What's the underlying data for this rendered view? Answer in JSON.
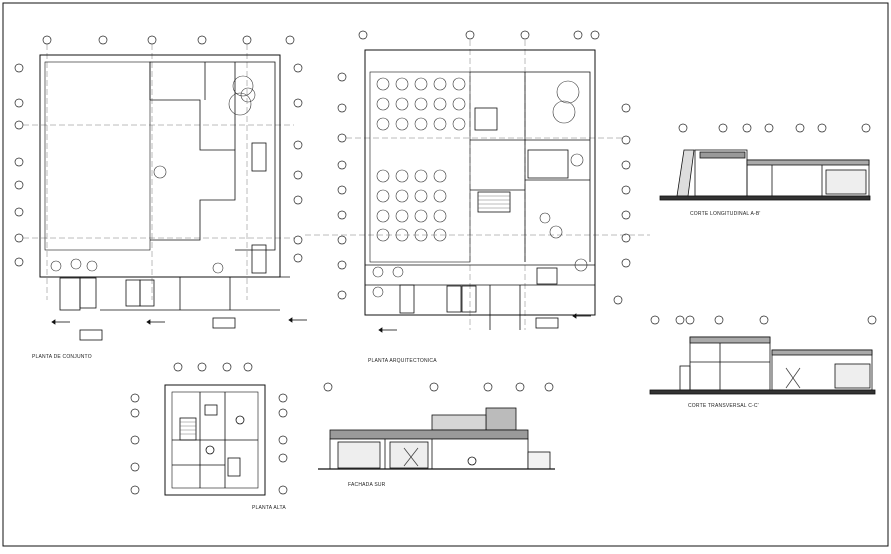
{
  "drawing": {
    "labels": {
      "plan_conjunto": "PLANTA DE CONJUNTO",
      "plan_arquitectonica": "PLANTA ARQUITECTONICA",
      "plan_alta": "PLANTA ALTA",
      "fachada": "FACHADA SUR",
      "corte_longitudinal": "CORTE LONGITUDINAL A-B'",
      "corte_transversal": "CORTE TRANSVERSAL C-C'"
    },
    "colors": {
      "line": "#111111",
      "grid": "#444444",
      "hatch": "#777777",
      "facade_band": "#9a9a9a"
    }
  }
}
